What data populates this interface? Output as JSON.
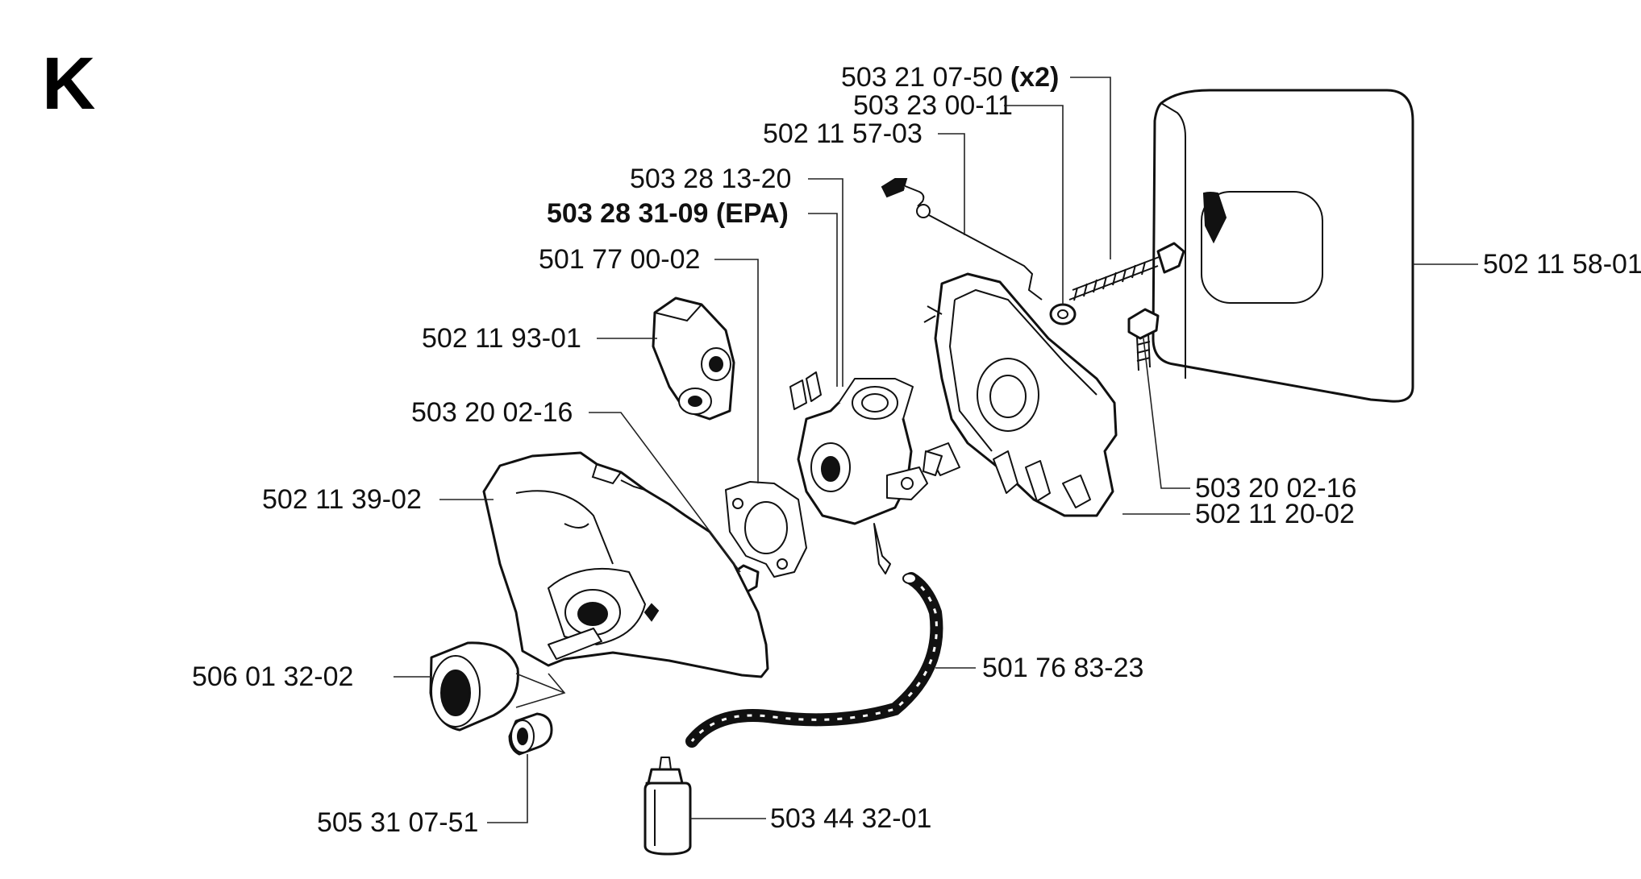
{
  "section_letter": "K",
  "parts": {
    "screw_x2": {
      "number": "503 21 07-50",
      "qty": "(x2)"
    },
    "washer": {
      "number": "503 23 00-11"
    },
    "choke_rod": {
      "number": "502 11 57-03"
    },
    "carburetor": {
      "number": "503 28 13-20"
    },
    "carburetor_epa": {
      "number": "503 28 31-09 (EPA)"
    },
    "gasket": {
      "number": "501 77 00-02"
    },
    "intake_elbow": {
      "number": "502 11 93-01"
    },
    "screw_left": {
      "number": "503 20 02-16"
    },
    "air_filter_holder": {
      "number": "502 11 39-02"
    },
    "air_filter": {
      "number": "502 11 58-01"
    },
    "screw_right": {
      "number": "503 20 02-16"
    },
    "filter_base": {
      "number": "502 11 20-02"
    },
    "fuel_hose": {
      "number": "501 76 83-23"
    },
    "sleeve": {
      "number": "506 01 32-02"
    },
    "bushing": {
      "number": "505 31 07-51"
    },
    "fuel_filter": {
      "number": "503 44 32-01"
    }
  }
}
